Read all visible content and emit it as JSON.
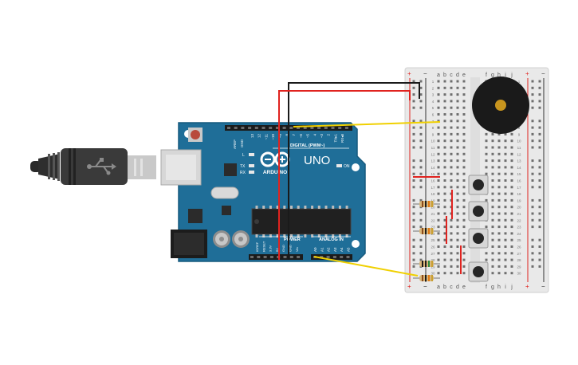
{
  "arduino": {
    "brand": "ARDUINO",
    "model": "UNO",
    "digital_header_label": "DIGITAL (PWM~)",
    "power_label": "POWER",
    "analog_label": "ANALOG IN",
    "on_label": "ON",
    "tx_label": "TX",
    "rx_label": "RX",
    "l_label": "L",
    "aref_label": "AREF",
    "gnd_label": "GND",
    "digital_pins": [
      "13",
      "12",
      "~11",
      "~10",
      "~9",
      "8",
      "7",
      "~6",
      "~5",
      "4",
      "~3",
      "2",
      "TX▸1",
      "RX◂0"
    ],
    "power_pins": [
      "IOREF",
      "RESET",
      "3.3V",
      "5V",
      "GND",
      "GND",
      "Vin"
    ],
    "analog_pins": [
      "A0",
      "A1",
      "A2",
      "A3",
      "A4",
      "A5"
    ]
  },
  "breadboard": {
    "column_letters_left": [
      "a",
      "b",
      "c",
      "d",
      "e"
    ],
    "column_letters_right": [
      "f",
      "g",
      "h",
      "i",
      "j"
    ],
    "row_numbers": [
      "1",
      "2",
      "3",
      "4",
      "5",
      "6",
      "7",
      "8",
      "9",
      "10",
      "11",
      "12",
      "13",
      "14",
      "15",
      "16",
      "17",
      "18",
      "19",
      "20",
      "21",
      "22",
      "23",
      "24",
      "25",
      "26",
      "27",
      "28",
      "29",
      "30"
    ],
    "rail_plus": "+",
    "rail_minus": "−"
  },
  "colors": {
    "board_blue": "#1f6e98",
    "wire_red": "#e0231f",
    "wire_black": "#1a1a1a",
    "wire_yellow": "#f0d000",
    "breadboard": "#e9e9e9",
    "buzzer": "#1a1a1a",
    "buzzer_center": "#c8951e"
  },
  "icons": {
    "usb": "usb-icon",
    "infinity_logo": "arduino-infinity-icon"
  }
}
